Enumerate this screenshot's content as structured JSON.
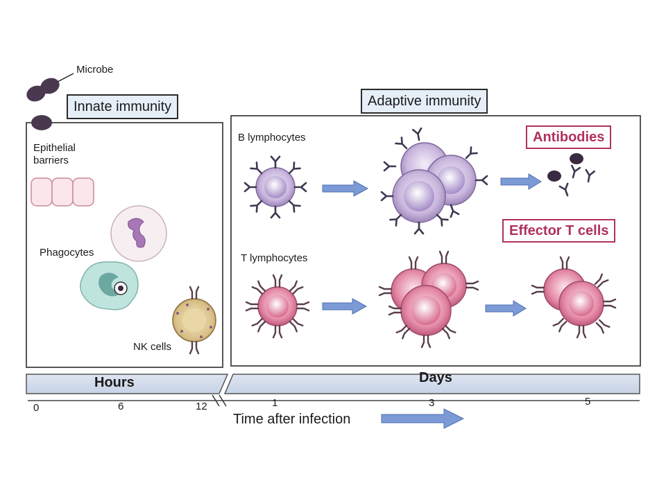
{
  "labels": {
    "microbe": "Microbe",
    "innate": "Innate immunity",
    "adaptive": "Adaptive immunity",
    "epithelial": "Epithelial\nbarriers",
    "phagocytes": "Phagocytes",
    "nk_cells": "NK cells",
    "b_lymphocytes": "B lymphocytes",
    "t_lymphocytes": "T lymphocytes",
    "antibodies": "Antibodies",
    "effector_t": "Effector T cells",
    "hours": "Hours",
    "days": "Days",
    "time_after": "Time after infection"
  },
  "timeline": {
    "hour_ticks": [
      "0",
      "6",
      "12"
    ],
    "day_ticks": [
      "1",
      "3",
      "5"
    ]
  },
  "colors": {
    "b_cell": "#c9b6dd",
    "t_cell": "#e48aa6",
    "accent": "#b03060",
    "arrow": "#7b9ad6",
    "panel_border": "#444444"
  }
}
